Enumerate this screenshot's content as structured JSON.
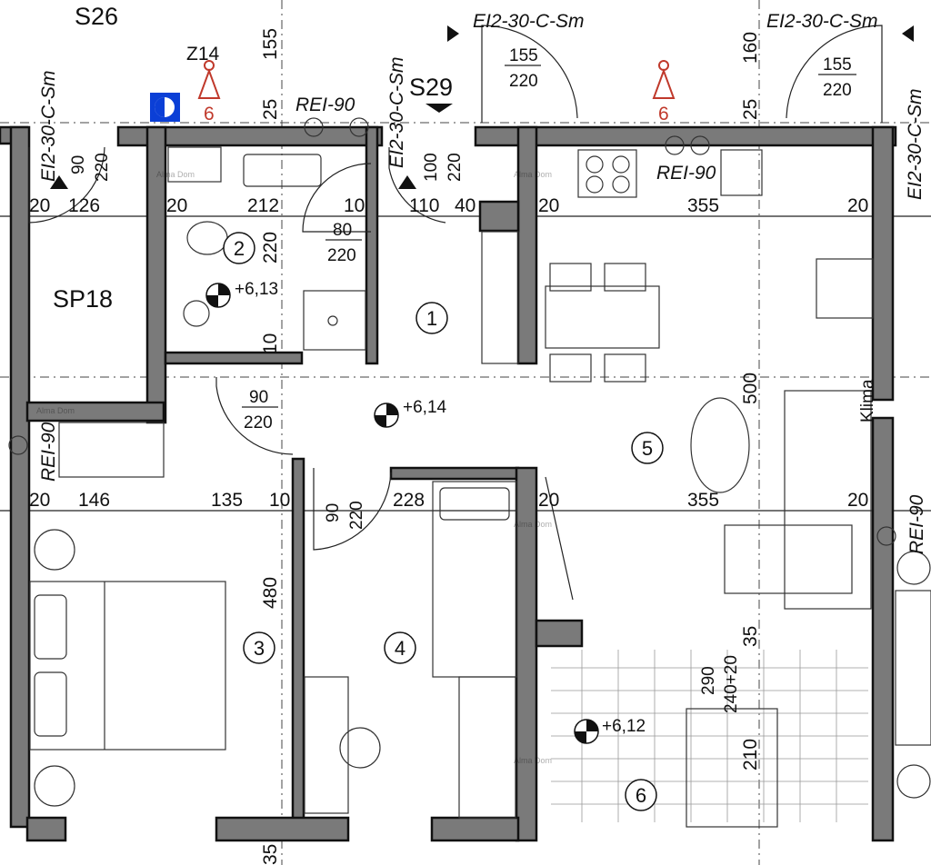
{
  "labels": {
    "s26": "S26",
    "s29": "S29",
    "z14": "Z14",
    "sp18": "SP18",
    "klima": "Klima",
    "fire_code": "EI2-30-C-Sm",
    "rei": "REI-90"
  },
  "levels": {
    "bathroom": "+6,13",
    "hall": "+6,14",
    "terrace": "+6,12"
  },
  "hydrant_count": "6",
  "rooms": [
    "1",
    "2",
    "3",
    "4",
    "5",
    "6"
  ],
  "doors": {
    "bath": [
      "80",
      "220"
    ],
    "room3": [
      "90",
      "220"
    ],
    "room4": [
      "90",
      "220"
    ],
    "entry_left": [
      "90",
      "220"
    ],
    "entry_mid": [
      "100",
      "220"
    ],
    "top_mid": [
      "155",
      "220"
    ],
    "top_right": [
      "155",
      "220"
    ],
    "terrace": [
      "290",
      "240+20"
    ]
  },
  "dims": {
    "row1": [
      "20",
      "126",
      "20",
      "212",
      "10",
      "110",
      "40",
      "20",
      "355",
      "20"
    ],
    "row2": [
      "20",
      "146",
      "135",
      "10",
      "228",
      "20",
      "355",
      "20"
    ],
    "v155": "155",
    "v160": "160",
    "v25a": "25",
    "v25b": "25",
    "v220": "220",
    "v10": "10",
    "v500": "500",
    "v480": "480",
    "v35a": "35",
    "v35b": "35",
    "v210": "210"
  },
  "watermark": "Alma Dom"
}
